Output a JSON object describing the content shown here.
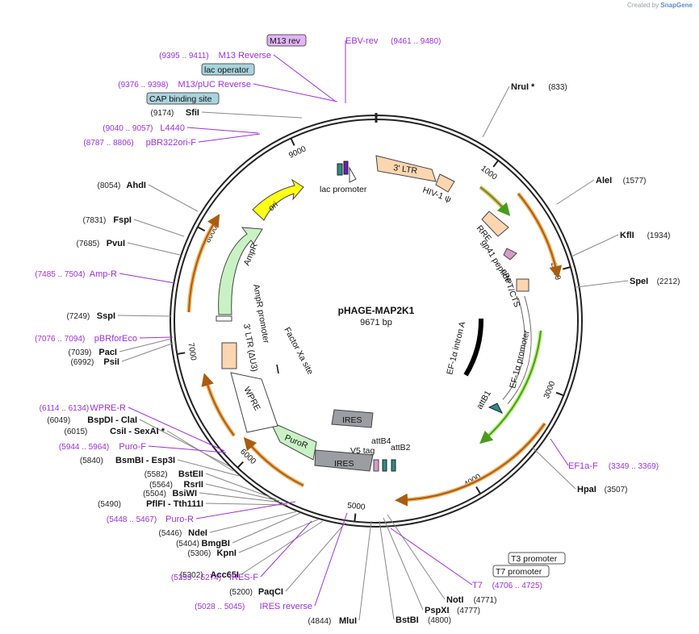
{
  "credit": {
    "prefix": "Created by",
    "brand": "SnapGene"
  },
  "plasmid": {
    "name": "pHAGE-MAP2K1",
    "length_label": "9671 bp",
    "length": 9671
  },
  "ticks": [
    "1000",
    "2000",
    "3000",
    "4000",
    "5000",
    "6000",
    "7000",
    "8000",
    "9000"
  ],
  "enzymes": [
    {
      "name": "NruI *",
      "pos": "(833)"
    },
    {
      "name": "AleI",
      "pos": "(1577)"
    },
    {
      "name": "KflI",
      "pos": "(1934)"
    },
    {
      "name": "SpeI",
      "pos": "(2212)"
    },
    {
      "name": "HpaI",
      "pos": "(3507)"
    },
    {
      "name": "NotI",
      "pos": "(4771)"
    },
    {
      "name": "PspXI",
      "pos": "(4777)"
    },
    {
      "name": "BstBI",
      "pos": "(4800)"
    },
    {
      "name": "MluI",
      "pos": "(4844)"
    },
    {
      "name": "PaqCI",
      "pos": "(5200)"
    },
    {
      "name": "Acc65I",
      "pos": "(5302)"
    },
    {
      "name": "KpnI",
      "pos": "(5306)"
    },
    {
      "name": "BmgBI",
      "pos": "(5404)"
    },
    {
      "name": "NdeI",
      "pos": "(5446)"
    },
    {
      "name": "PflFI - Tth111I",
      "pos": "(5490)"
    },
    {
      "name": "BsiWI",
      "pos": "(5504)"
    },
    {
      "name": "RsrII",
      "pos": "(5564)"
    },
    {
      "name": "BstEII",
      "pos": "(5582)"
    },
    {
      "name": "BsmBI - Esp3I",
      "pos": "(5840)"
    },
    {
      "name": "CsiI - SexAI *",
      "pos": "(6015)"
    },
    {
      "name": "BspDI - ClaI",
      "pos": "(6049)"
    },
    {
      "name": "PsiI",
      "pos": "(6992)"
    },
    {
      "name": "PacI",
      "pos": "(7039)"
    },
    {
      "name": "SspI",
      "pos": "(7249)"
    },
    {
      "name": "PvuI",
      "pos": "(7685)"
    },
    {
      "name": "FspI",
      "pos": "(7831)"
    },
    {
      "name": "AhdI",
      "pos": "(8054)"
    },
    {
      "name": "SfiI",
      "pos": "(9174)"
    }
  ],
  "primers": [
    {
      "name": "EBV-rev",
      "pos": "(9461 .. 9480)"
    },
    {
      "name": "M13 Reverse",
      "pos": "(9395 .. 9411)"
    },
    {
      "name": "M13/pUC Reverse",
      "pos": "(9376 .. 9398)"
    },
    {
      "name": "L4440",
      "pos": "(9040 .. 9057)"
    },
    {
      "name": "pBR322ori-F",
      "pos": "(8787 .. 8806)"
    },
    {
      "name": "Amp-R",
      "pos": "(7485 .. 7504)"
    },
    {
      "name": "pBRforEco",
      "pos": "(7076 .. 7094)"
    },
    {
      "name": "WPRE-R",
      "pos": "(6114 .. 6134)"
    },
    {
      "name": "Puro-F",
      "pos": "(5944 .. 5964)"
    },
    {
      "name": "Puro-R",
      "pos": "(5448 .. 5467)"
    },
    {
      "name": "IRES-F",
      "pos": "(5255 .. 5274)"
    },
    {
      "name": "IRES reverse",
      "pos": "(5028 .. 5045)"
    },
    {
      "name": "T7",
      "pos": "(4706 .. 4725)"
    },
    {
      "name": "EF1a-F",
      "pos": "(3349 .. 3369)"
    }
  ],
  "boxed_labels": {
    "m13rev": "M13 rev",
    "lac_operator": "lac operator",
    "cap_site": "CAP binding site",
    "t3_promoter": "T3 promoter",
    "t7_promoter": "T7 promoter"
  },
  "features": {
    "ltr3": "3' LTR",
    "hiv_psi": "HIV-1 ψ",
    "rre": "RRE",
    "gp41": "gp41 peptide",
    "cppt": "cPPT/CTS",
    "ef1a_intron": "EF-1α intron A",
    "ef1a_promoter": "EF-1α promoter",
    "attb1": "attB1",
    "attb4": "attB4",
    "attb2": "attB2",
    "v5tag": "V5 tag",
    "ires_inner": "IRES",
    "ires_outer": "IRES",
    "puror": "PuroR",
    "wpre": "WPRE",
    "factor_xa": "Factor Xa site",
    "ltr3_du3": "3' LTR (ΔU3)",
    "ampr_promoter": "AmpR promoter",
    "ampr": "AmpR",
    "ori": "ori",
    "lac_promoter": "lac promoter"
  }
}
